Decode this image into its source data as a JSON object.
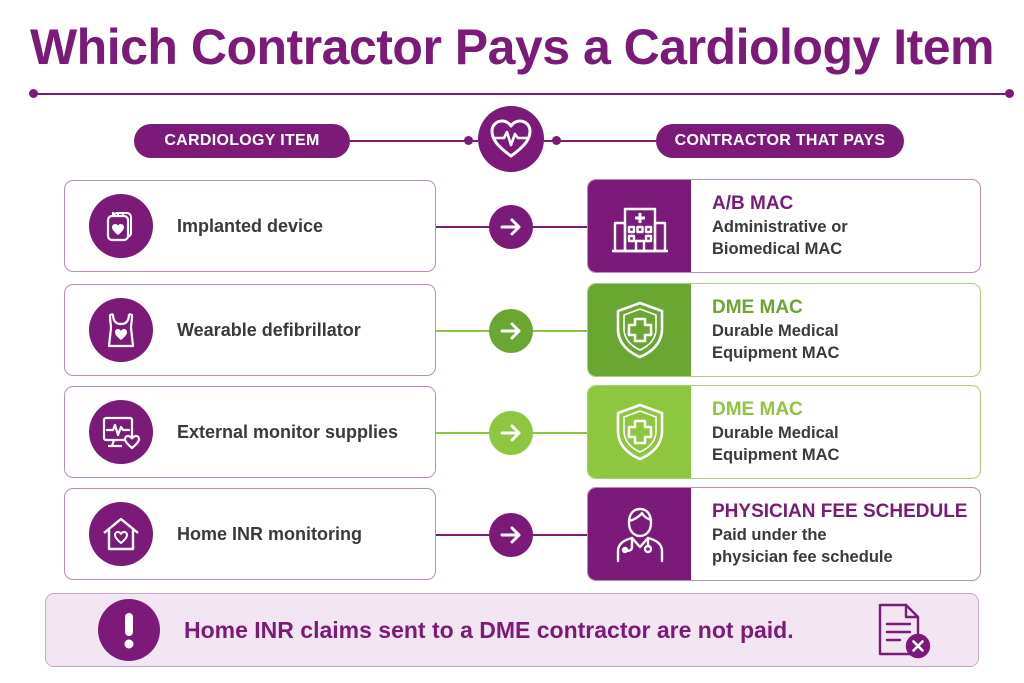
{
  "title": "Which Contractor Pays a Cardiology Item",
  "headers": {
    "left": "CARDIOLOGY ITEM",
    "right": "CONTRACTOR THAT PAYS",
    "center_icon": "heart-pulse-icon"
  },
  "colors": {
    "purple": "#7b1a78",
    "green_dark": "#6aa632",
    "green_light": "#8dc63f",
    "text": "#3a3a3a"
  },
  "rows": [
    {
      "item": "Implanted device",
      "item_icon": "implant-device-icon",
      "contractor": "A/B MAC",
      "description_line1": "Administrative or",
      "description_line2": "Biomedical MAC",
      "contractor_icon": "hospital-icon"
    },
    {
      "item": "Wearable defibrillator",
      "item_icon": "vest-icon",
      "contractor": "DME MAC",
      "description_line1": "Durable Medical",
      "description_line2": "Equipment MAC",
      "contractor_icon": "shield-cross-icon"
    },
    {
      "item": "External monitor supplies",
      "item_icon": "monitor-heart-icon",
      "contractor": "DME MAC",
      "description_line1": "Durable Medical",
      "description_line2": "Equipment MAC",
      "contractor_icon": "shield-cross-icon"
    },
    {
      "item": "Home INR monitoring",
      "item_icon": "home-heart-icon",
      "contractor": "PHYSICIAN FEE SCHEDULE",
      "description_line1": "Paid under the",
      "description_line2": "physician fee schedule",
      "contractor_icon": "physician-icon"
    }
  ],
  "footer": {
    "text": "Home INR claims sent to a DME contractor are not paid.",
    "alert_icon": "exclamation-icon",
    "doc_icon": "rejected-document-icon"
  }
}
